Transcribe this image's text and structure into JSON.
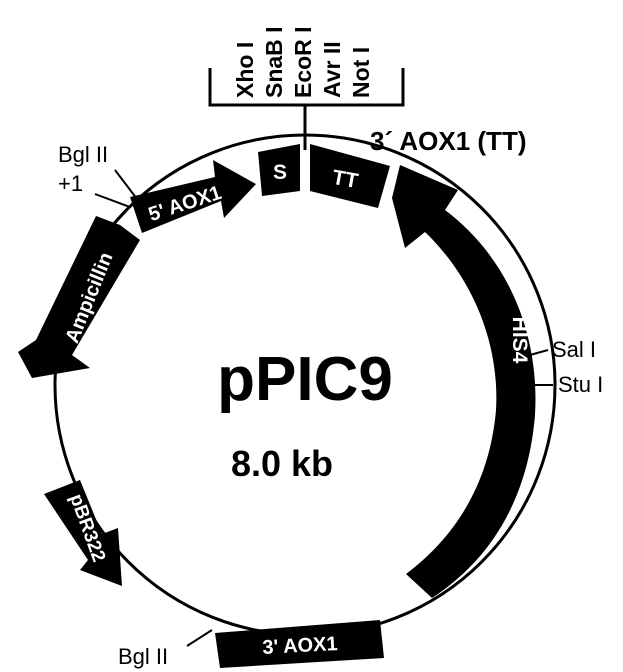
{
  "plasmid": {
    "name": "pPIC9",
    "size": "8.0 kb"
  },
  "mcs": {
    "sites": [
      "Xho I",
      "SnaB I",
      "EcoR I",
      "Avr II",
      "Not I"
    ]
  },
  "features": {
    "signal": "S",
    "terminator": "TT",
    "terminator_label": "3´ AOX1 (TT)",
    "promoter": "5' AOX1",
    "his4": "HIS4",
    "aox3": "3' AOX1",
    "pbr": "pBR322",
    "amp": "Ampicillin"
  },
  "sites": {
    "bgl_top": "Bgl II",
    "plus_one": "+1",
    "sal": "Sal I",
    "stu": "Stu I",
    "bgl_bottom": "Bgl II"
  },
  "colors": {
    "ink": "#000000",
    "background": "#ffffff"
  }
}
